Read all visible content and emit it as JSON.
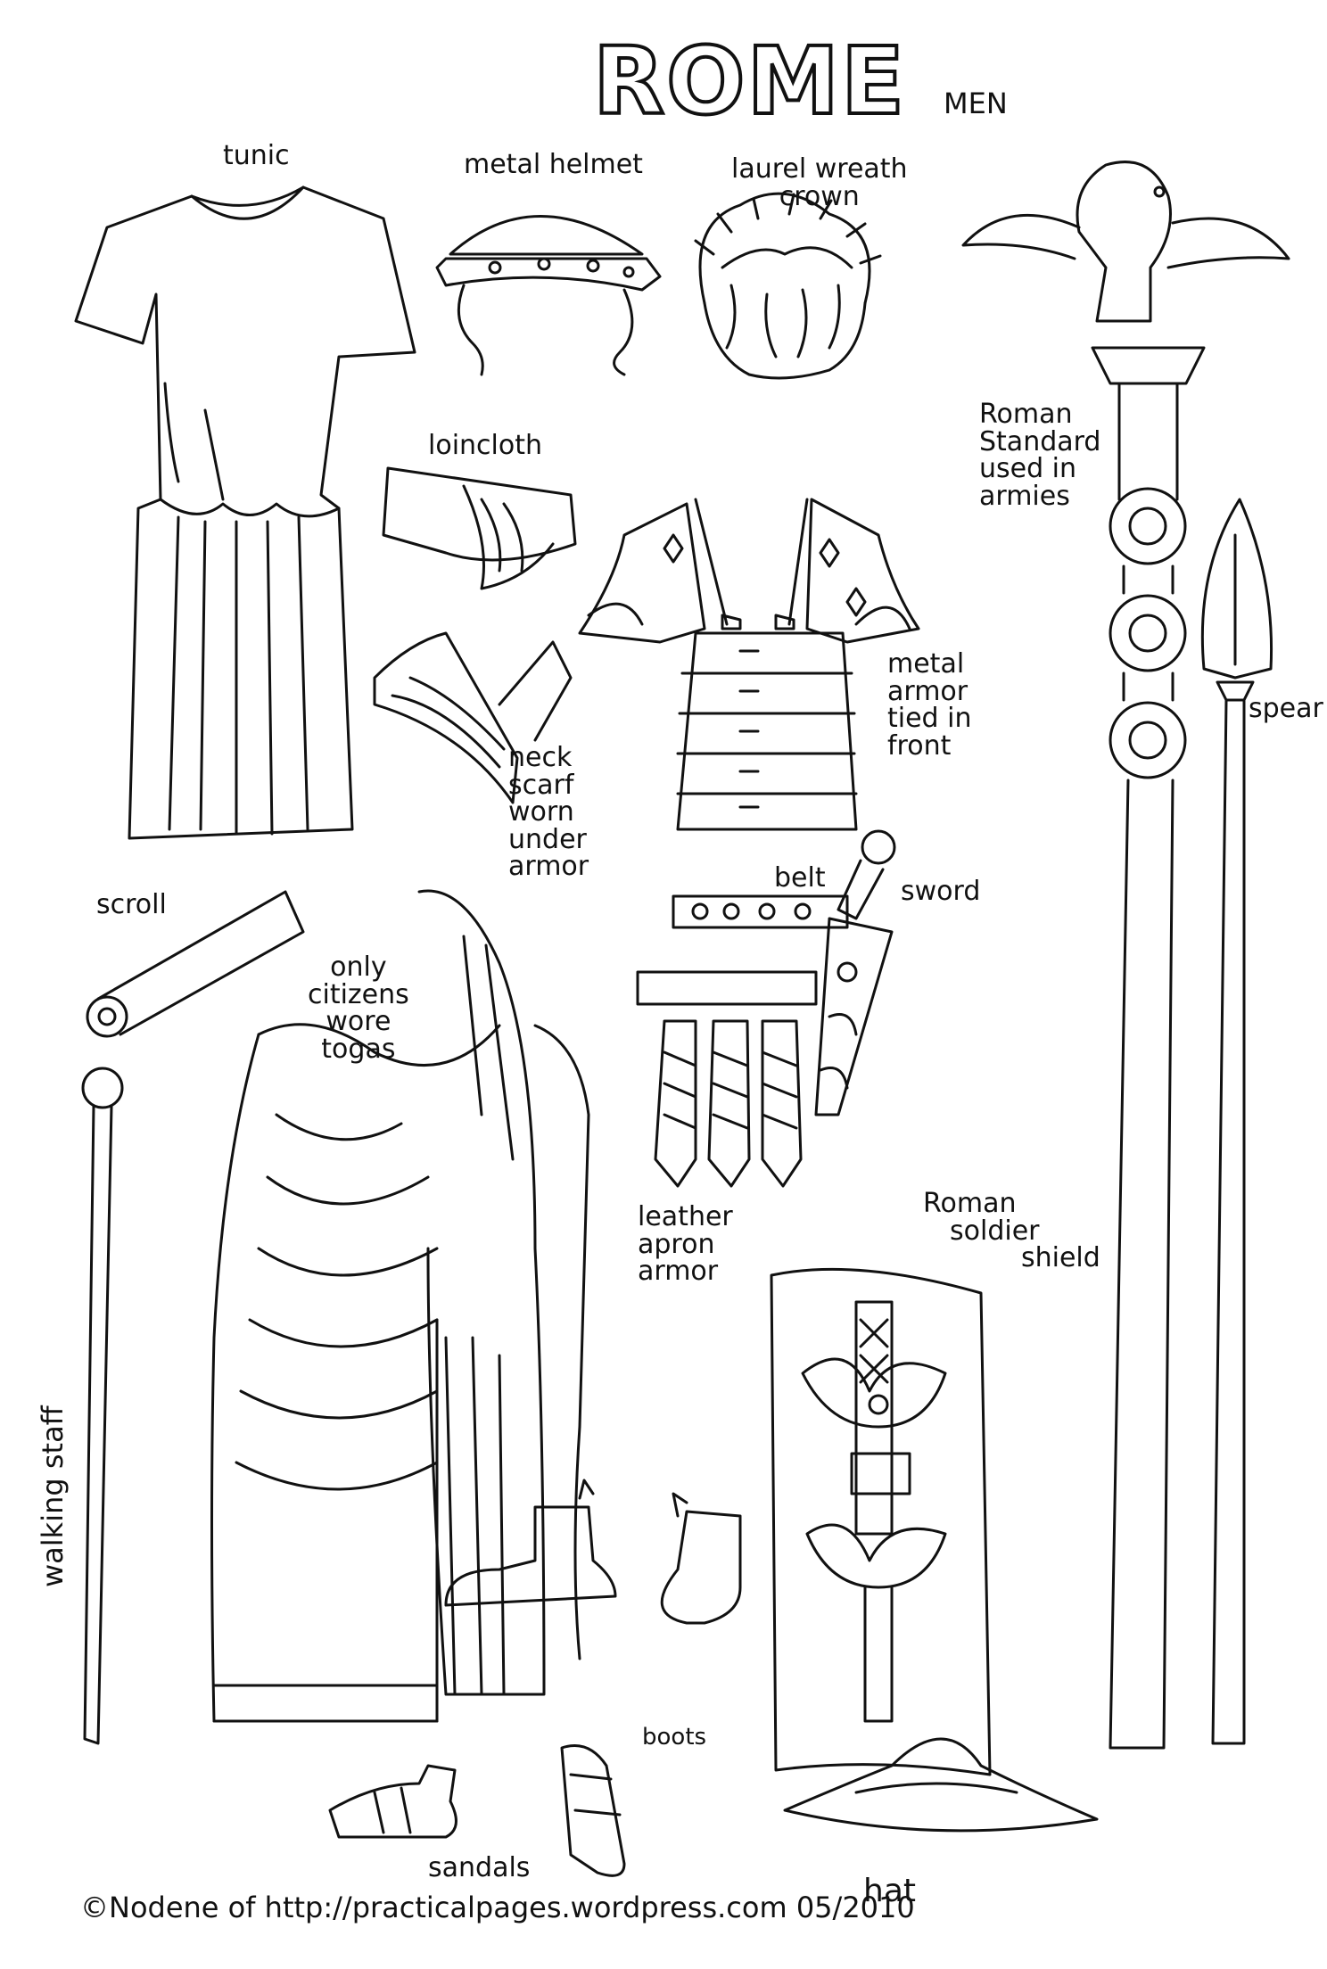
{
  "header": {
    "title": "ROME",
    "subtitle": "MEN"
  },
  "labels": {
    "tunic": "tunic",
    "helmet": "metal helmet",
    "laurel": [
      "laurel wreath",
      "crown"
    ],
    "standard": [
      "Roman",
      "Standard",
      "used in",
      "armies"
    ],
    "loincloth": "loincloth",
    "armor": [
      "metal",
      "armor",
      "tied in",
      "front"
    ],
    "spear": "spear",
    "scarf": [
      "neck",
      "scarf",
      "worn",
      "under",
      "armor"
    ],
    "scroll": "scroll",
    "belt": "belt",
    "sword": "sword",
    "toga": [
      "only",
      "citizens",
      "wore",
      "togas"
    ],
    "apron": [
      "leather",
      "apron",
      "armor"
    ],
    "shield": [
      "Roman",
      "soldier",
      "shield"
    ],
    "staff": "walking staff",
    "boots": "boots",
    "sandals": "sandals",
    "hat": "hat"
  },
  "footer": {
    "credit": "©Nodene of http://practicalpages.wordpress.com    05/2010"
  }
}
